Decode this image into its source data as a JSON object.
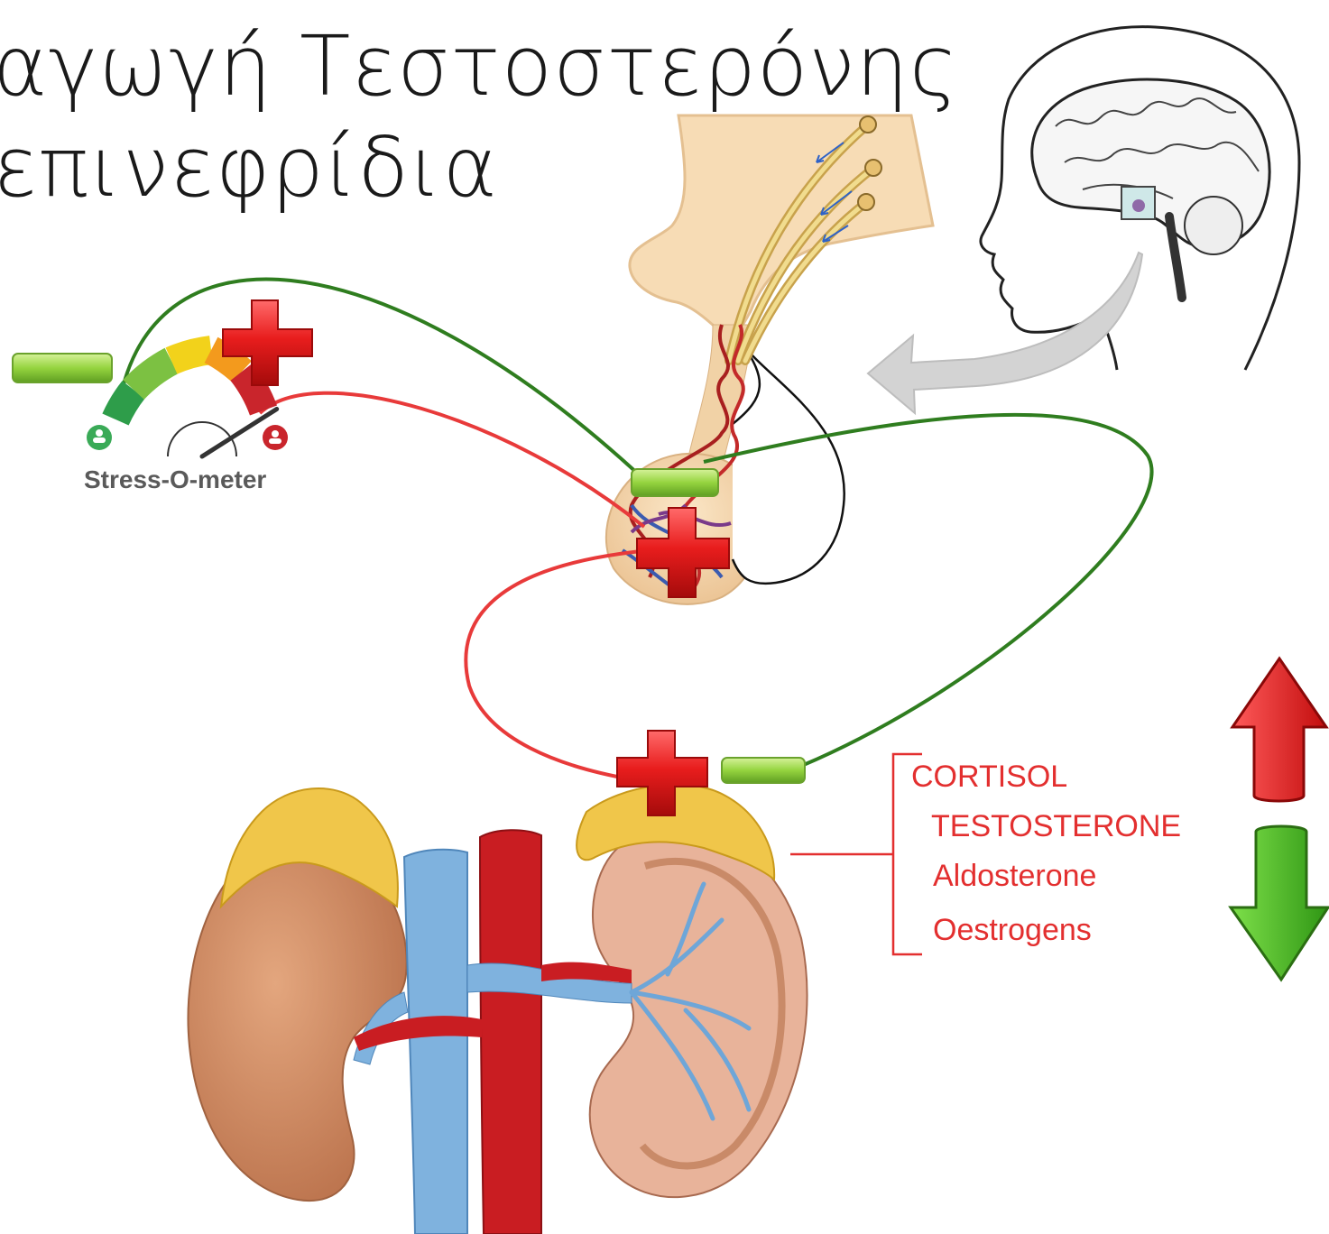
{
  "title": {
    "line1": "αγωγή Τεστοστερόνης",
    "line2": "επινεφρίδια"
  },
  "gauge": {
    "label": "Stress-O-meter",
    "level": 0.82,
    "colors": [
      "#2e9d4a",
      "#7cc142",
      "#f2d21b",
      "#f39a1d",
      "#c9252c"
    ]
  },
  "hormones": {
    "items": [
      "CORTISOL",
      "TESTOSTERONE",
      "Aldosterone",
      "Oestrogens"
    ],
    "color": "#e32f2f"
  },
  "arrows": {
    "up_color": "#e52222",
    "down_color": "#3db41e"
  },
  "colors": {
    "inhibit_line": "#2f7d1f",
    "stimulate_line": "#e83a3a",
    "minus_badge": "#8fd04a",
    "plus_badge": "#e81d1d"
  }
}
